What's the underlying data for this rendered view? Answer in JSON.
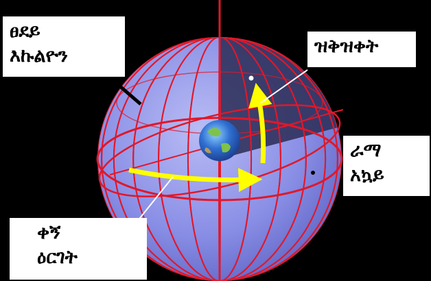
{
  "labels": {
    "ecliptic_pole": {
      "line1": "ፀደይ",
      "line2": "እኩልዮን"
    },
    "declination": {
      "line1": "ዝቅዝቀት"
    },
    "right_ascension": {
      "line1": "ቀኝ",
      "line2": "ዕርገት"
    },
    "celestial_equator": {
      "line1": "ራማ",
      "line2": "አኳይ"
    }
  },
  "colors": {
    "background": "#000000",
    "sphere": "#8a8fe6",
    "grid_lines": "#e0182a",
    "arrows": "#ffff00",
    "pointer_lines": "#ffffff",
    "earth_ocean": "#2f6fd1",
    "earth_land": "#7fc24a"
  },
  "icons": [
    "earth-globe-icon",
    "star-marker-icon"
  ]
}
